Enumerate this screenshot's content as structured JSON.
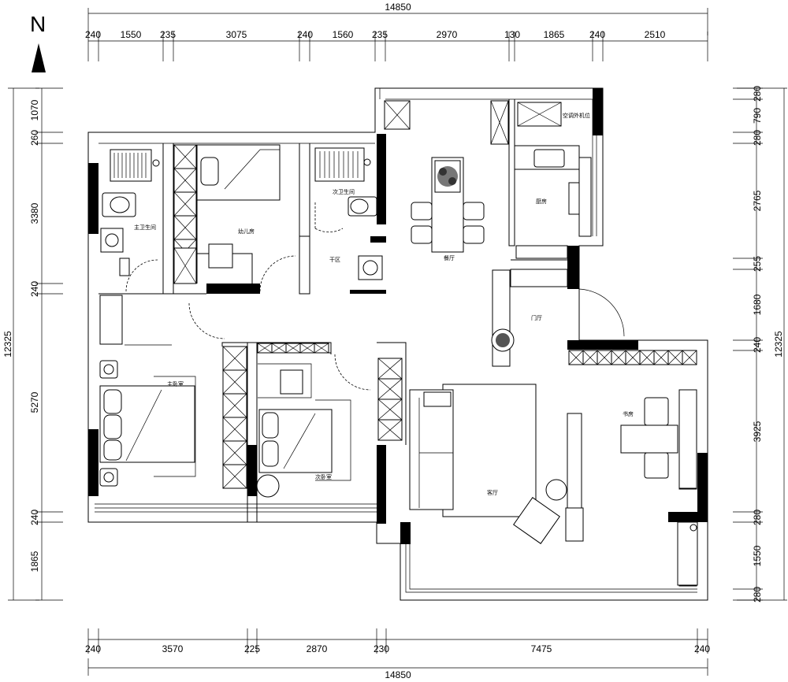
{
  "north": {
    "label": "N"
  },
  "dimensions": {
    "top_total": "14850",
    "top_segments": [
      "240",
      "1550",
      "235",
      "3075",
      "240",
      "1560",
      "235",
      "2970",
      "130",
      "1865",
      "240",
      "2510"
    ],
    "bottom_total": "14850",
    "bottom_segments": [
      "240",
      "3570",
      "225",
      "2870",
      "230",
      "7475",
      "240"
    ],
    "left_total": "12325",
    "left_segments": [
      "1070",
      "260",
      "3380",
      "240",
      "5270",
      "240",
      "1865"
    ],
    "right_total": "12325",
    "right_segments": [
      "280",
      "790",
      "280",
      "2765",
      "255",
      "1680",
      "240",
      "3925",
      "280",
      "1550",
      "280"
    ]
  },
  "rooms": {
    "master_bath": "主卫生间",
    "nursery": "幼儿房",
    "second_bath": "次卫生间",
    "dry_area": "干区",
    "dining": "餐厅",
    "ac_unit": "空调外机位",
    "kitchen": "厨房",
    "entrance": "门厅",
    "master_bedroom": "主卧室",
    "second_bedroom": "次卧室",
    "living_room": "客厅",
    "study": "书房"
  }
}
